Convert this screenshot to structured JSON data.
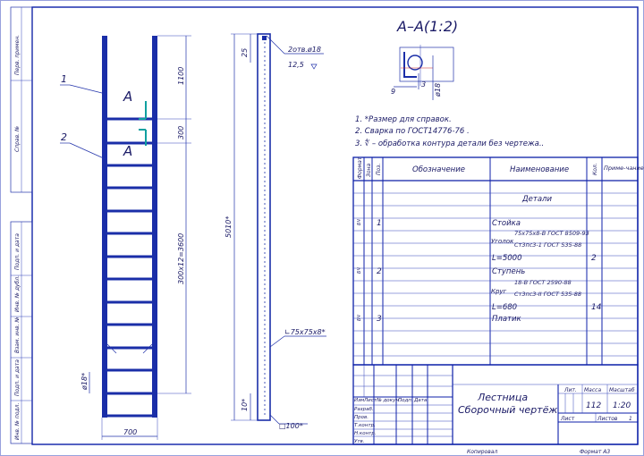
{
  "section": {
    "title": "А–А(1:2)",
    "dim_width": "9",
    "dim_step": "3",
    "dim_dia": "ø18"
  },
  "notes": [
    "1. *Размер для справок.",
    "2. Сварка по ГОСТ14776-76 .",
    "3. ∜ – обработка контура детали без чертежа.."
  ],
  "front_view": {
    "leader_1": "1",
    "leader_2": "2",
    "section_mark_top": "А",
    "section_mark_bottom": "А",
    "dim_1100": "1100",
    "dim_300": "300",
    "dim_total": "300х12=3600",
    "dim_width": "700",
    "dim_dia": "ø18*"
  },
  "side_view": {
    "weld_label": "2отв.ø18",
    "roughness": "12,5",
    "dim_25": "25",
    "dim_height": "5010*",
    "dim_10": "10*",
    "angle_label": "∟75х75х8*",
    "plate_label": "□100*"
  },
  "spec": {
    "headers": [
      "Формат",
      "Зона",
      "Поз.",
      "Обозначение",
      "Наименование",
      "Кол.",
      "Приме-чание"
    ],
    "section_title": "Детали",
    "rows": [
      {
        "fmt": "БЧ",
        "pos": "1",
        "name": "Стойка",
        "qty": ""
      },
      {
        "fmt": "",
        "pos": "",
        "name": "75х75х8-В ГОСТ 8509-93",
        "qty": ""
      },
      {
        "fmt": "",
        "pos": "",
        "name": "Ст3пс3-1 ГОСТ 535-88",
        "qty": ""
      },
      {
        "fmt": "",
        "pos": "",
        "name": "L=5000",
        "qty": "2"
      },
      {
        "fmt": "БЧ",
        "pos": "2",
        "name": "Ступень",
        "qty": ""
      },
      {
        "fmt": "",
        "pos": "",
        "name": "18-В ГОСТ 2590-88",
        "qty": ""
      },
      {
        "fmt": "",
        "pos": "",
        "name": "Ст3пс3-II ГОСТ 535-88",
        "qty": ""
      },
      {
        "fmt": "",
        "pos": "",
        "name": "L=680",
        "qty": "14"
      },
      {
        "fmt": "БЧ",
        "pos": "3",
        "name": "Платик",
        "qty": ""
      }
    ],
    "prefix_ugolok": "Уголок",
    "prefix_krug": "Круг"
  },
  "title_block": {
    "name_line1": "Лестница",
    "name_line2": "Сборочный чертёж",
    "col_labels": [
      "Изм",
      "Лист",
      "№ докум.",
      "Подп.",
      "Дата"
    ],
    "role_labels": [
      "Разраб.",
      "Пров.",
      "Т.контр.",
      "",
      "Н.контр.",
      "Утв."
    ],
    "lit_label": "Лит.",
    "mass_label": "Масса",
    "scale_label": "Масштаб",
    "mass": "112",
    "scale": "1:20",
    "sheet_label": "Лист",
    "sheets_label": "Листов",
    "sheets": "1",
    "copied": "Копировал",
    "format": "Формат  А3"
  },
  "side_stamp": [
    "Перв. примен.",
    "Справ. №",
    "Подп. и дата",
    "Инв. № дубл.",
    "Взам. инв. №",
    "Подп. и дата",
    "Инв. № подл."
  ]
}
